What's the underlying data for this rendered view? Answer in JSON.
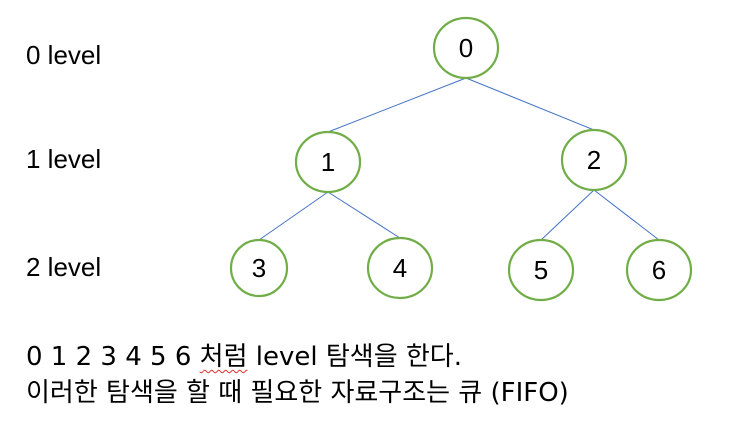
{
  "levels": [
    {
      "label": "0 level"
    },
    {
      "label": "1 level"
    },
    {
      "label": "2 level"
    }
  ],
  "tree": {
    "nodes": [
      {
        "id": "n0",
        "label": "0",
        "level": 0
      },
      {
        "id": "n1",
        "label": "1",
        "level": 1
      },
      {
        "id": "n2",
        "label": "2",
        "level": 1
      },
      {
        "id": "n3",
        "label": "3",
        "level": 2
      },
      {
        "id": "n4",
        "label": "4",
        "level": 2
      },
      {
        "id": "n5",
        "label": "5",
        "level": 2
      },
      {
        "id": "n6",
        "label": "6",
        "level": 2
      }
    ],
    "edges": [
      {
        "from": "n0",
        "to": "n1"
      },
      {
        "from": "n0",
        "to": "n2"
      },
      {
        "from": "n1",
        "to": "n3"
      },
      {
        "from": "n1",
        "to": "n4"
      },
      {
        "from": "n2",
        "to": "n5"
      },
      {
        "from": "n2",
        "to": "n6"
      }
    ],
    "colors": {
      "node_border": "#70ad47",
      "edge": "#4472c4",
      "squiggle": "#e0302a"
    }
  },
  "caption": {
    "line1_prefix": "0 1 2 3 4 5 6 ",
    "line1_flagged": "처럼",
    "line1_suffix": " level 탐색을 한다.",
    "line2": "이러한 탐색을 할 때 필요한 자료구조는 큐 (FIFO)"
  }
}
